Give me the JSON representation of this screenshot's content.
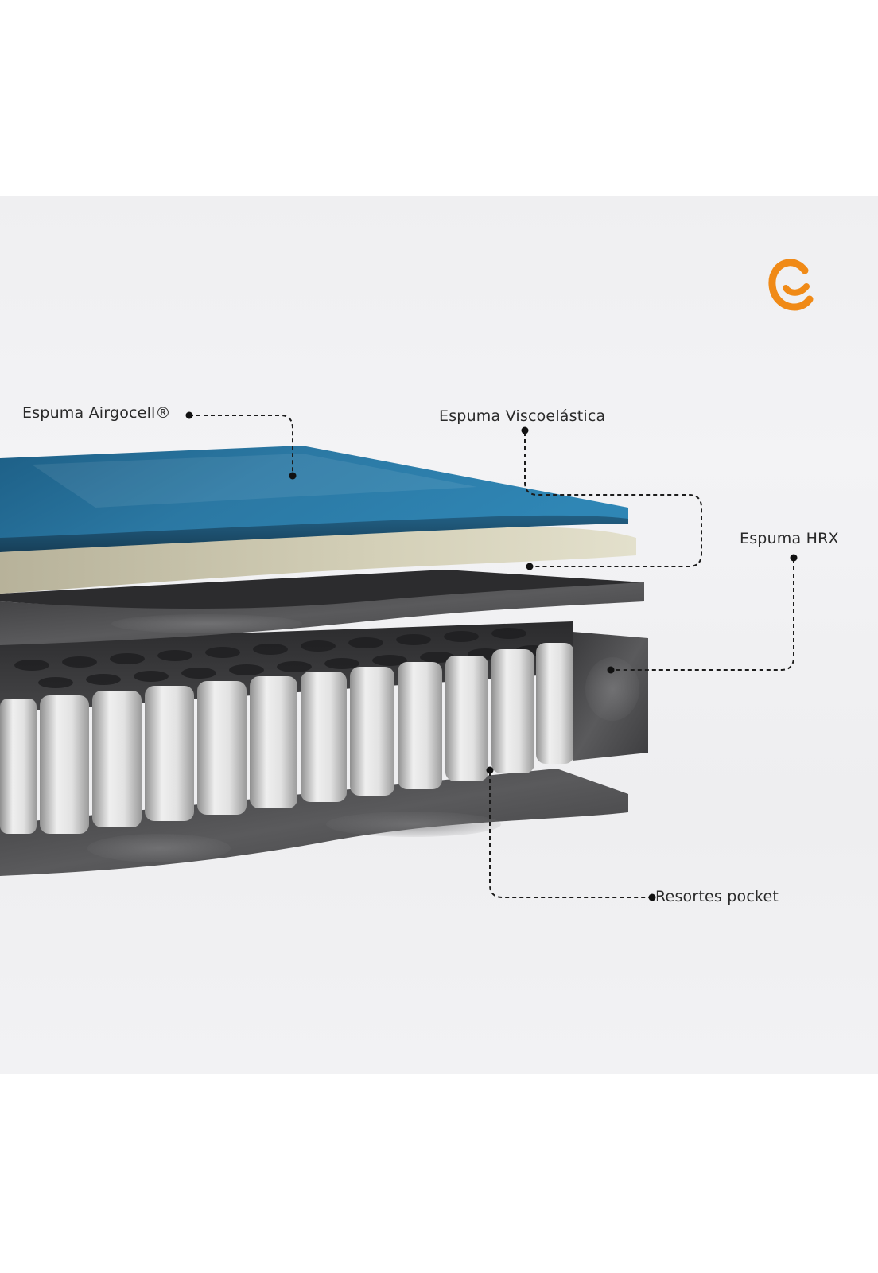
{
  "labels": {
    "airgocell": "Espuma Airgocell®",
    "visco": "Espuma Viscoelástica",
    "hrx": "Espuma HRX",
    "pocket": "Resortes pocket"
  },
  "colors": {
    "brand_orange": "#f08a17",
    "top_layer_blue": "#2b78a3",
    "visco_layer_cream": "#cfcbb2",
    "hrx_foam_gray": "#4a4a4c",
    "spring_white": "#e6e6e6",
    "leader_line": "#1c1c1c"
  },
  "logo": {
    "icon": "brand-c-logo-icon"
  }
}
